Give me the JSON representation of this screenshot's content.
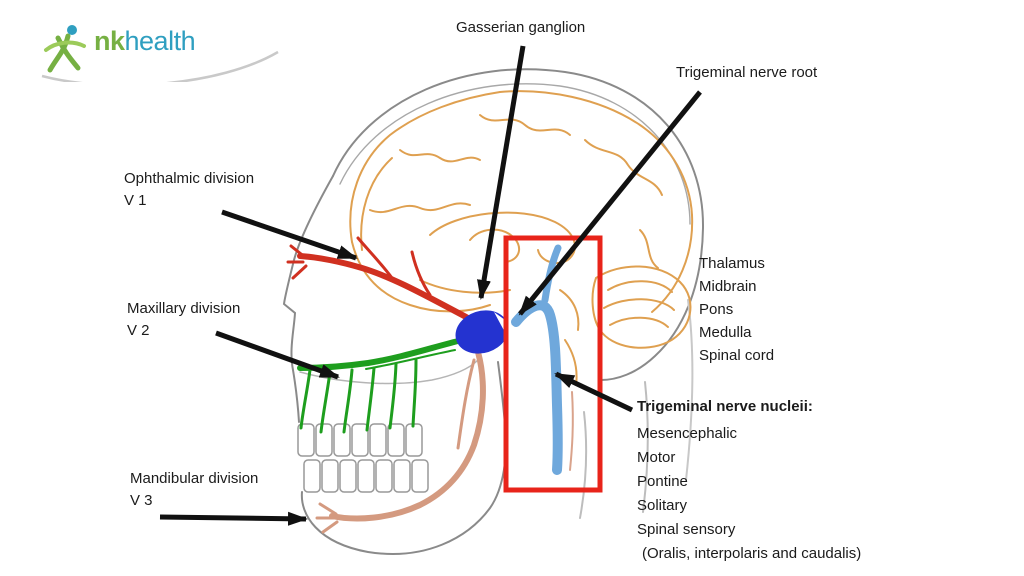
{
  "logo": {
    "nk": "nk",
    "health": "health"
  },
  "annotations": {
    "gasserian": "Gasserian ganglion",
    "trigeminal_root": "Trigeminal nerve root",
    "ophthalmic": {
      "line1": "Ophthalmic division",
      "line2": "V 1"
    },
    "maxillary": {
      "line1": "Maxillary division",
      "line2": "V 2"
    },
    "mandibular": {
      "line1": "Mandibular division",
      "line2": "V 3"
    },
    "brainstem_structures": [
      "Thalamus",
      "Midbrain",
      "Pons",
      "Medulla",
      "Spinal cord"
    ],
    "nuclei": {
      "title": "Trigeminal nerve nucleii:",
      "items": [
        "Mesencephalic",
        "Motor",
        "Pontine",
        "Solitary",
        "Spinal sensory",
        "(Oralis, interpolaris and caudalis)"
      ]
    }
  },
  "colors": {
    "brain_outline": "#DFA050",
    "skull_outline": "#8a8a8a",
    "ophthalmic_nerve": "#D03020",
    "maxillary_nerve": "#1E9E1E",
    "mandibular_nerve": "#D49A80",
    "ganglion_blue": "#2433D0",
    "nerve_root_blue": "#6FA8DC",
    "highlight_box_red": "#E8241A",
    "arrow_black": "#111111",
    "logo_green": "#76B043",
    "logo_blue": "#2F9FC0"
  }
}
